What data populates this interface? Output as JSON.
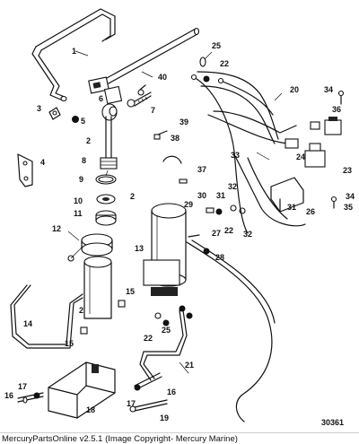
{
  "diagram": {
    "part_callouts": [
      "1",
      "2",
      "2",
      "2",
      "3",
      "4",
      "5",
      "6",
      "7",
      "8",
      "9",
      "10",
      "11",
      "12",
      "13",
      "14",
      "15",
      "15",
      "16",
      "16",
      "17",
      "17",
      "18",
      "19",
      "20",
      "21",
      "22",
      "22",
      "22",
      "23",
      "24",
      "25",
      "25",
      "26",
      "27",
      "28",
      "29",
      "30",
      "31",
      "31",
      "32",
      "32",
      "33",
      "34",
      "34",
      "35",
      "36",
      "37",
      "38",
      "39",
      "40"
    ],
    "figure_number": "30361"
  },
  "footer": {
    "caption": "MercuryPartsOnline v2.5.1 (Image Copyright- Mercury Marine)"
  }
}
